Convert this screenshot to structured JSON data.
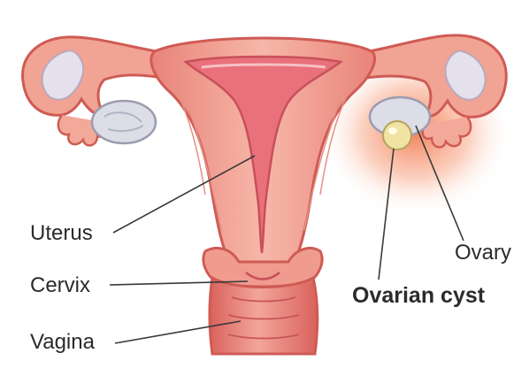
{
  "labels": {
    "uterus": "Uterus",
    "cervix": "Cervix",
    "vagina": "Vagina",
    "ovary": "Ovary",
    "ovarian_cyst": "Ovarian cyst"
  },
  "colors": {
    "tissue": "#ef9c8e",
    "tissue_dark": "#d8655c",
    "lining": "#e9717c",
    "ovary": "#dcdde6",
    "cyst": "#f1e3a4",
    "inflammation": "#f05a28",
    "label_text": "#2b2b2b"
  }
}
